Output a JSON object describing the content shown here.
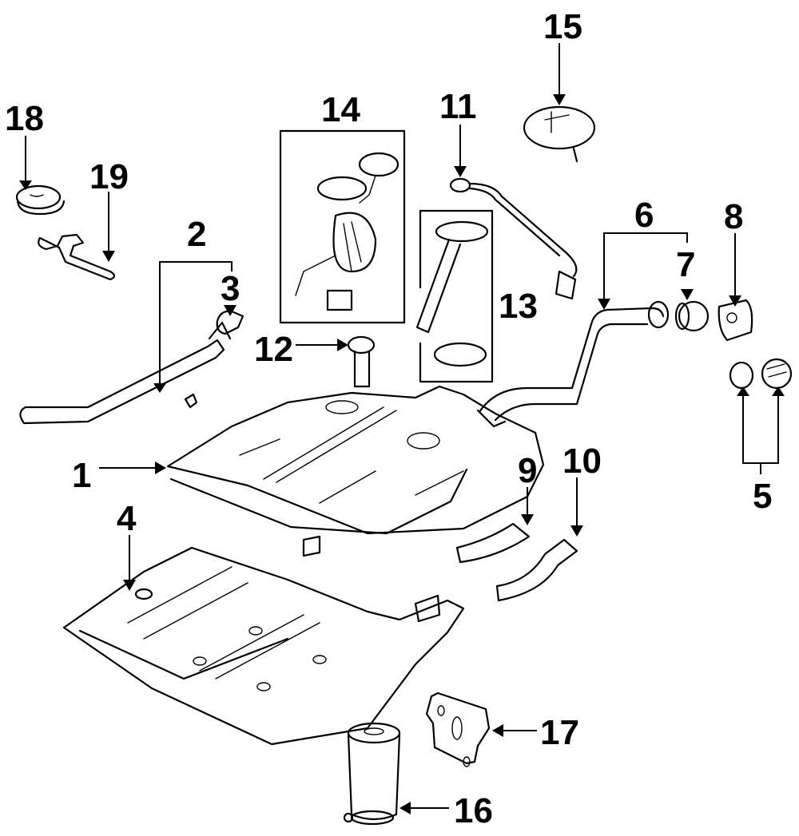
{
  "diagram": {
    "title": "Fuel System Components",
    "line_color": "#000000",
    "background_color": "#ffffff",
    "callouts": [
      {
        "id": 1,
        "label": "1",
        "part": "fuel-tank"
      },
      {
        "id": 2,
        "label": "2",
        "part": "tank-strap"
      },
      {
        "id": 3,
        "label": "3",
        "part": "strap-bracket"
      },
      {
        "id": 4,
        "label": "4",
        "part": "tank-shield"
      },
      {
        "id": 5,
        "label": "5",
        "part": "fuel-cap"
      },
      {
        "id": 6,
        "label": "6",
        "part": "filler-pipe"
      },
      {
        "id": 7,
        "label": "7",
        "part": "filler-grommet"
      },
      {
        "id": 8,
        "label": "8",
        "part": "filler-housing"
      },
      {
        "id": 9,
        "label": "9",
        "part": "hose"
      },
      {
        "id": 10,
        "label": "10",
        "part": "hose"
      },
      {
        "id": 11,
        "label": "11",
        "part": "fuel-line-grommet"
      },
      {
        "id": 12,
        "label": "12",
        "part": "fuel-filter"
      },
      {
        "id": 13,
        "label": "13",
        "part": "sending-unit"
      },
      {
        "id": 14,
        "label": "14",
        "part": "fuel-pump-assembly"
      },
      {
        "id": 15,
        "label": "15",
        "part": "pump-cover"
      },
      {
        "id": 16,
        "label": "16",
        "part": "canister"
      },
      {
        "id": 17,
        "label": "17",
        "part": "bracket"
      },
      {
        "id": 18,
        "label": "18",
        "part": "cap"
      },
      {
        "id": 19,
        "label": "19",
        "part": "tether"
      }
    ]
  }
}
